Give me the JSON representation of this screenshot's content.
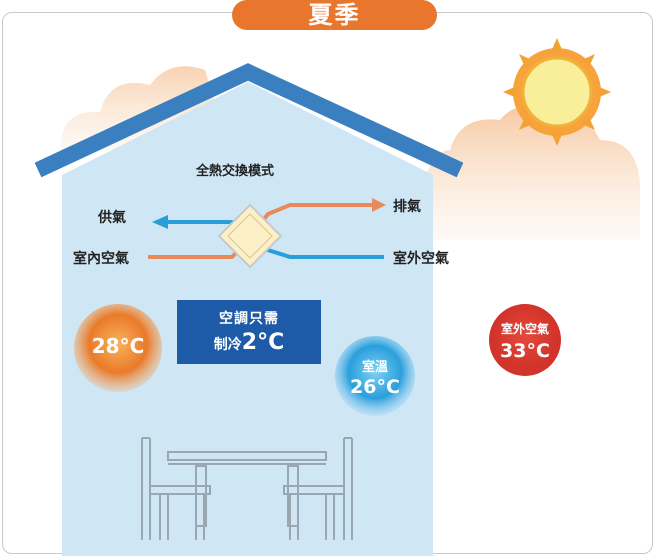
{
  "season": {
    "label": "夏季"
  },
  "diagram": {
    "mode_title": "全熱交換模式",
    "supply_air": "供氣",
    "exhaust_air": "排氣",
    "indoor_air": "室內空氣",
    "outdoor_air": "室外空氣"
  },
  "info_box": {
    "line1": "空調只需",
    "line2_prefix": "制冷",
    "line2_value": "2°C"
  },
  "temps": {
    "left_circle": "28°C",
    "room_label": "室溫",
    "room_value": "26°C",
    "outdoor_label": "室外空氣",
    "outdoor_value": "33°C"
  },
  "colors": {
    "tab": "#e8762c",
    "roof": "#3a7fc0",
    "house_fill": "#cfe6f5",
    "warm_arrow": "#e88a5a",
    "cool_arrow": "#2a9ed8",
    "info_box": "#1d5aa8",
    "outdoor_circle": "#d8392b"
  },
  "icons": [
    "sun-icon",
    "cloud-icon",
    "heat-exchanger-icon",
    "table-icon",
    "chair-icon"
  ]
}
